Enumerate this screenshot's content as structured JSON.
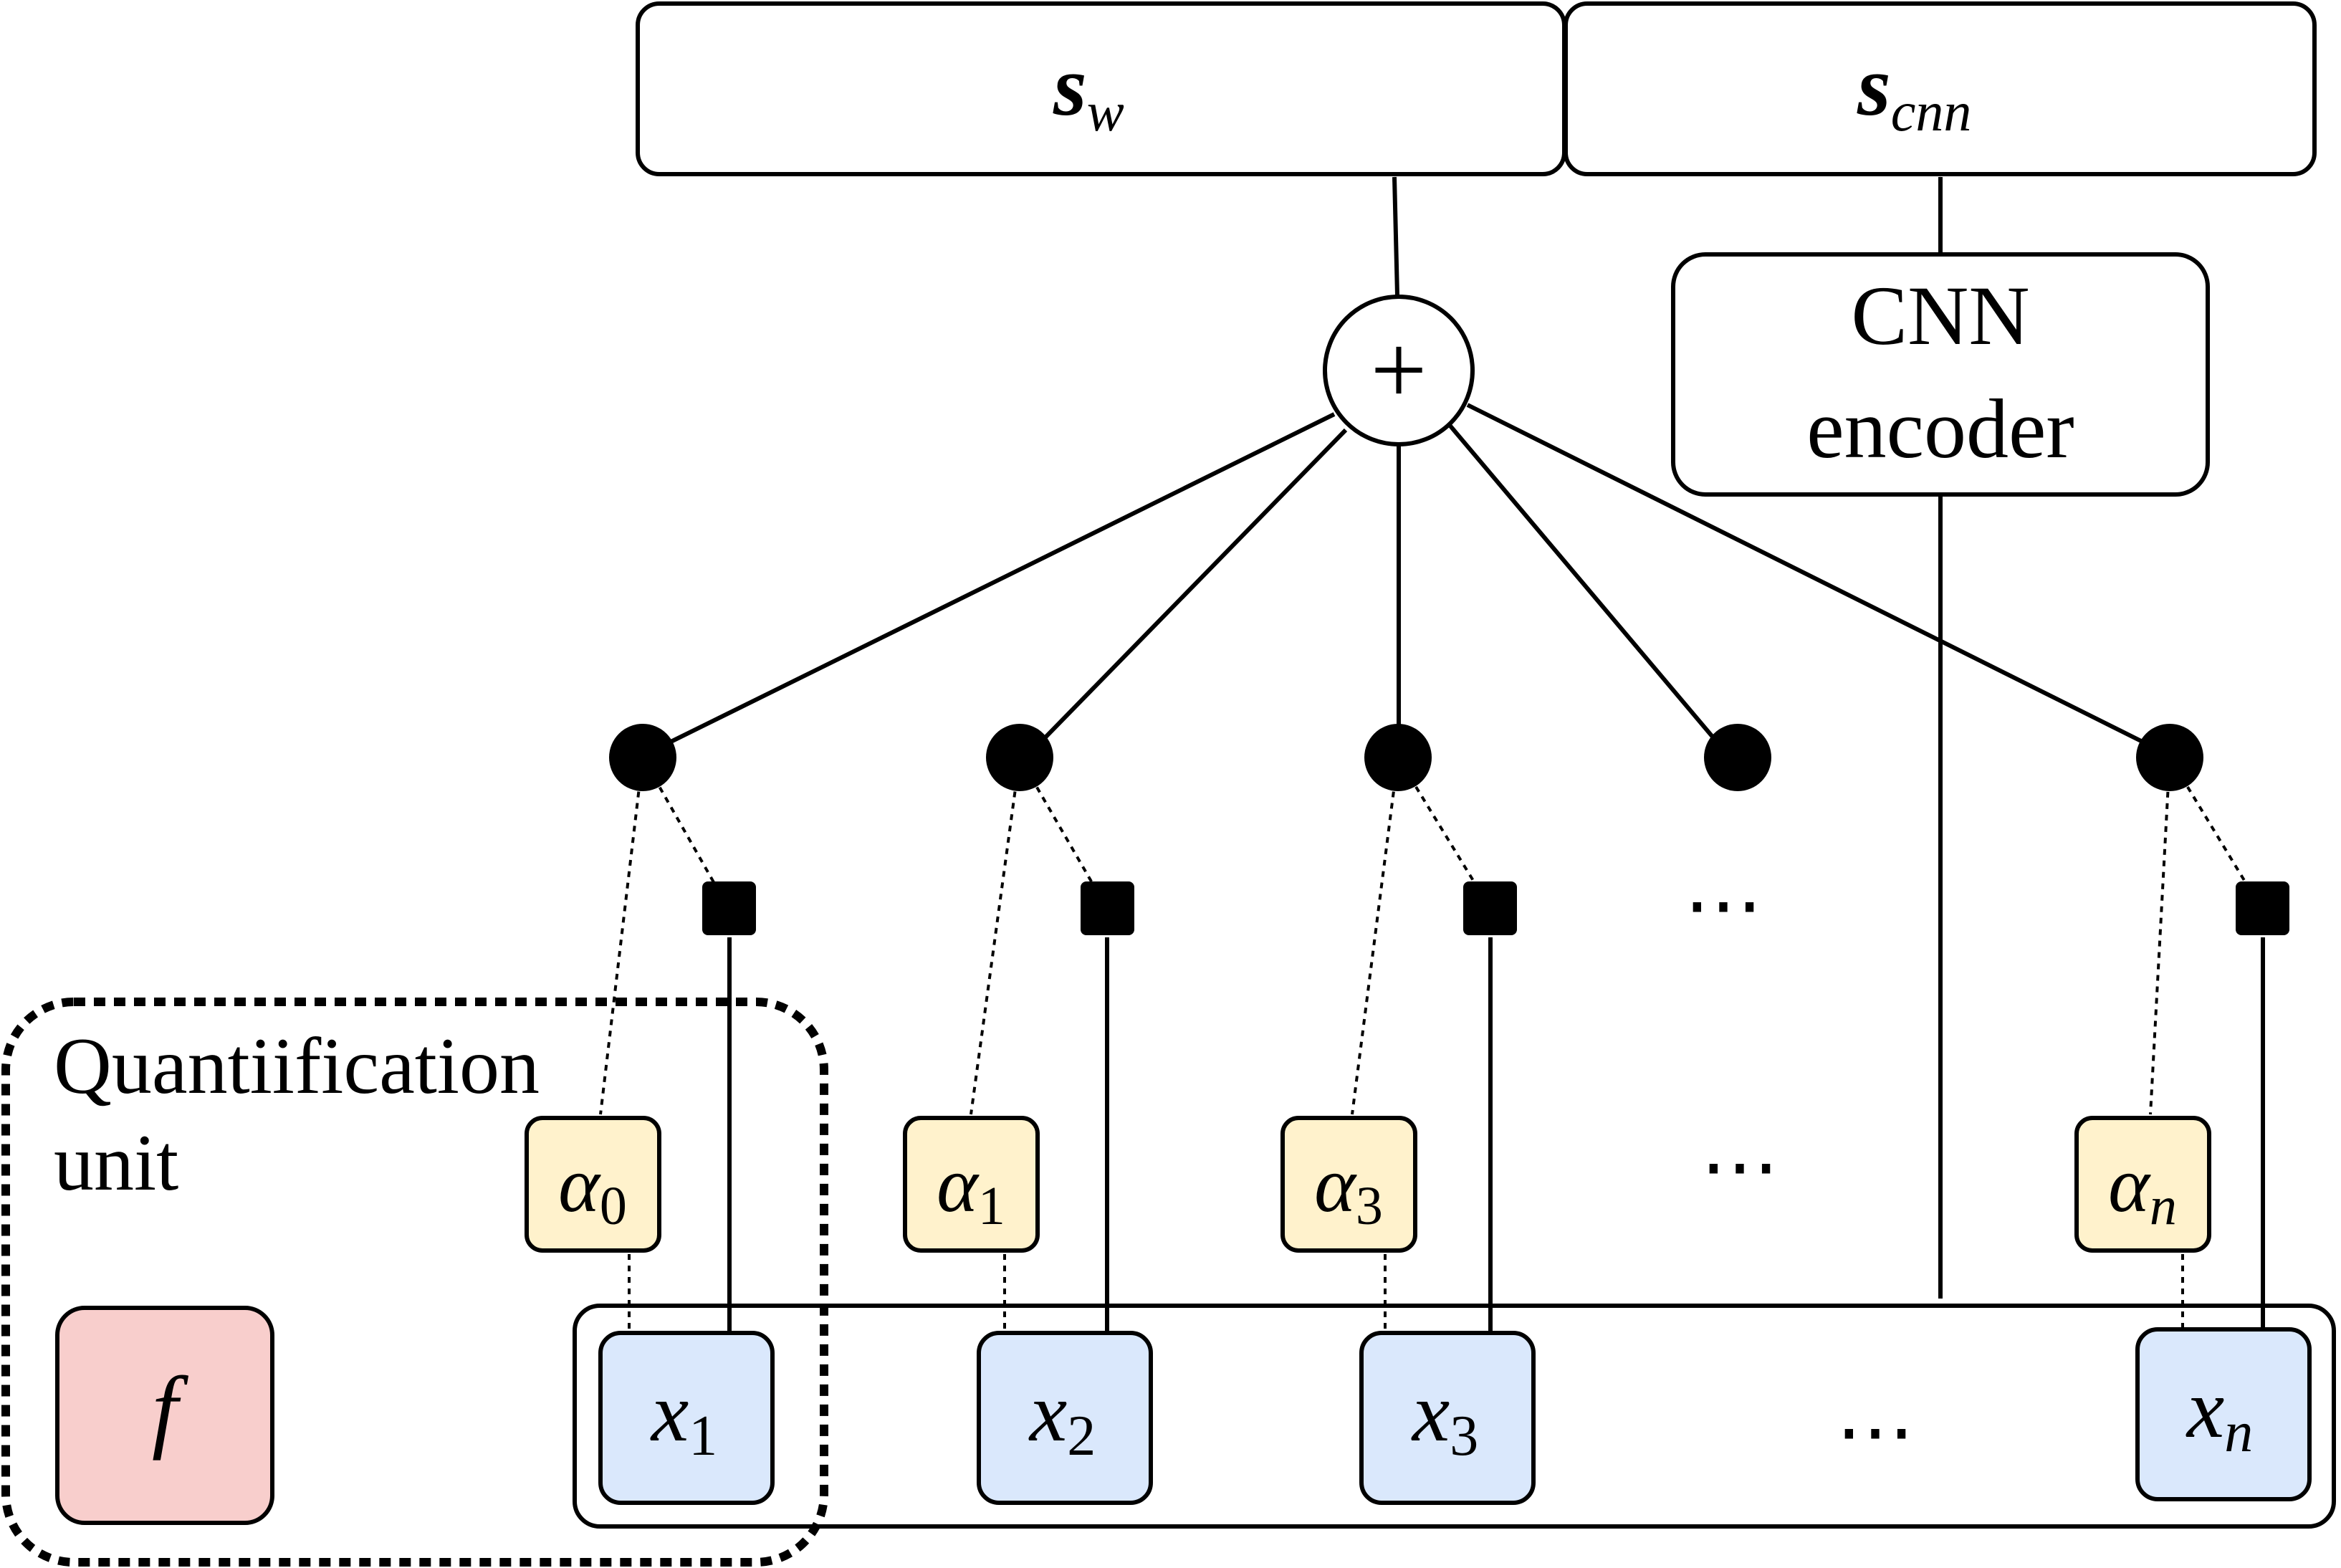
{
  "outputs": {
    "sw": {
      "symbol": "s",
      "subscript": "w"
    },
    "scnn": {
      "symbol": "s",
      "subscript": "cnn"
    }
  },
  "plus_symbol": "+",
  "cnn_encoder": {
    "line1": "CNN",
    "line2": "encoder"
  },
  "quantification_unit": {
    "line1": "Quantiification",
    "line2": "unit",
    "function_symbol": "f"
  },
  "alphas": [
    {
      "symbol": "α",
      "subscript": "0"
    },
    {
      "symbol": "α",
      "subscript": "1"
    },
    {
      "symbol": "α",
      "subscript": "3"
    },
    {
      "symbol": "α",
      "subscript": "n"
    }
  ],
  "inputs": [
    {
      "symbol": "x",
      "subscript": "1"
    },
    {
      "symbol": "x",
      "subscript": "2"
    },
    {
      "symbol": "x",
      "subscript": "3"
    },
    {
      "symbol": "x",
      "subscript": "n"
    }
  ],
  "ellipsis": "⋯",
  "colors": {
    "alpha_fill": "#fff2cc",
    "input_fill": "#dae8fc",
    "function_fill": "#f8cecc",
    "stroke": "#000000"
  }
}
